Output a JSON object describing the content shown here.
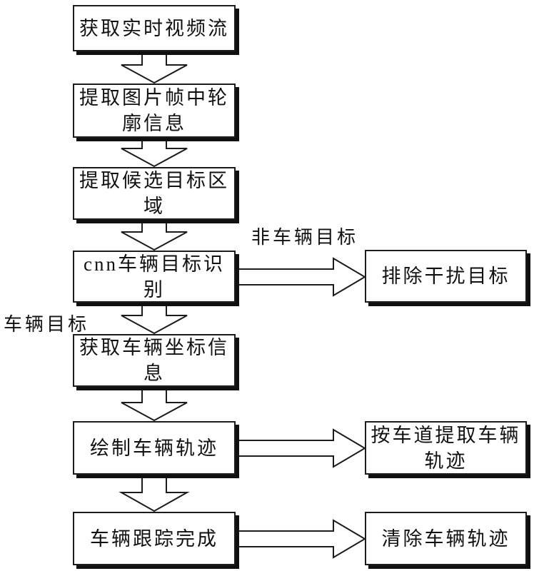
{
  "diagram": {
    "colors": {
      "background": "#ffffff",
      "box_fill": "#ffffff",
      "line": "#1c1c1c",
      "shadow": "#101010",
      "text": "#111111"
    },
    "nodes": [
      {
        "id": "get-video-stream",
        "label": "获取实时视频流"
      },
      {
        "id": "extract-contour-info",
        "label": "提取图片帧中轮廓信息"
      },
      {
        "id": "extract-candidate-regions",
        "label": "提取候选目标区域"
      },
      {
        "id": "cnn-vehicle-recognition",
        "label": "cnn车辆目标识别"
      },
      {
        "id": "get-vehicle-coordinates",
        "label": "获取车辆坐标信息"
      },
      {
        "id": "draw-vehicle-trajectory",
        "label": "绘制车辆轨迹"
      },
      {
        "id": "vehicle-tracking-complete",
        "label": "车辆跟踪完成"
      },
      {
        "id": "exclude-interference",
        "label": "排除干扰目标"
      },
      {
        "id": "extract-trajectory-by-lane",
        "label": "按车道提取车辆轨迹"
      },
      {
        "id": "clear-vehicle-trajectory",
        "label": "清除车辆轨迹"
      }
    ],
    "edge_labels": [
      {
        "id": "non-vehicle-target",
        "text": "非车辆目标"
      },
      {
        "id": "vehicle-target",
        "text": "车辆目标"
      }
    ],
    "edges": [
      {
        "from": "get-video-stream",
        "to": "extract-contour-info"
      },
      {
        "from": "extract-contour-info",
        "to": "extract-candidate-regions"
      },
      {
        "from": "extract-candidate-regions",
        "to": "cnn-vehicle-recognition"
      },
      {
        "from": "cnn-vehicle-recognition",
        "to": "exclude-interference",
        "label": "非车辆目标"
      },
      {
        "from": "cnn-vehicle-recognition",
        "to": "get-vehicle-coordinates",
        "label": "车辆目标"
      },
      {
        "from": "get-vehicle-coordinates",
        "to": "draw-vehicle-trajectory"
      },
      {
        "from": "draw-vehicle-trajectory",
        "to": "extract-trajectory-by-lane"
      },
      {
        "from": "draw-vehicle-trajectory",
        "to": "vehicle-tracking-complete"
      },
      {
        "from": "vehicle-tracking-complete",
        "to": "clear-vehicle-trajectory"
      }
    ]
  }
}
